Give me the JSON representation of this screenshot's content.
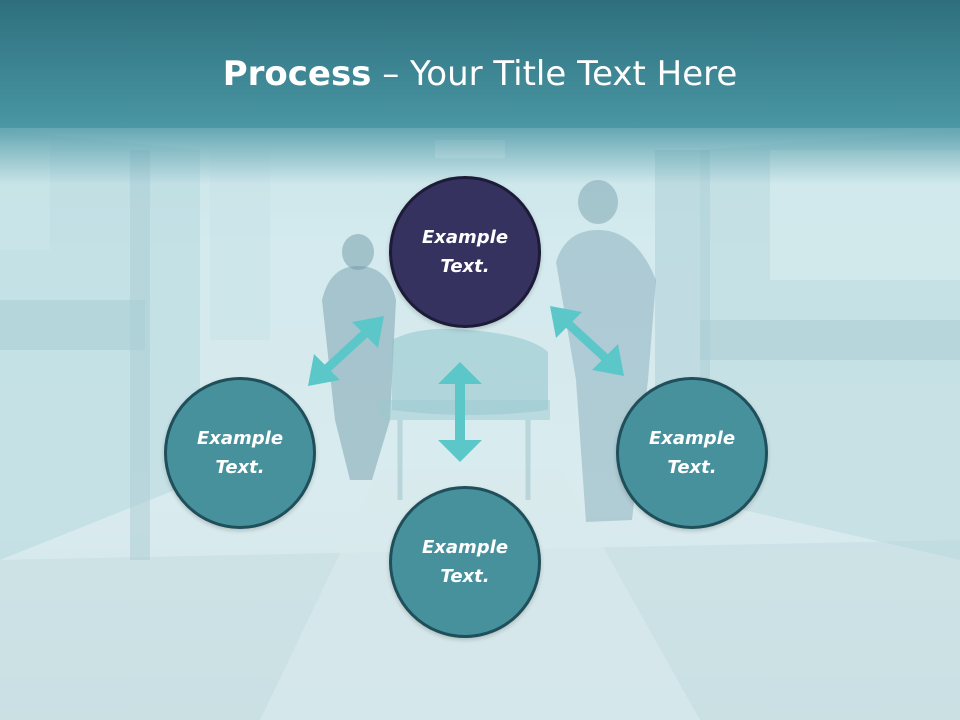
{
  "title": {
    "bold": "Process",
    "rest": " – Your Title Text Here"
  },
  "nodes": {
    "top": "Example\nText.",
    "left": "Example\nText.",
    "right": "Example\nText.",
    "bottom": "Example\nText."
  },
  "colors": {
    "title_band": "#3e8795",
    "node_teal": "#47919d",
    "node_navy": "#353260",
    "arrow": "#5cc7c9"
  }
}
